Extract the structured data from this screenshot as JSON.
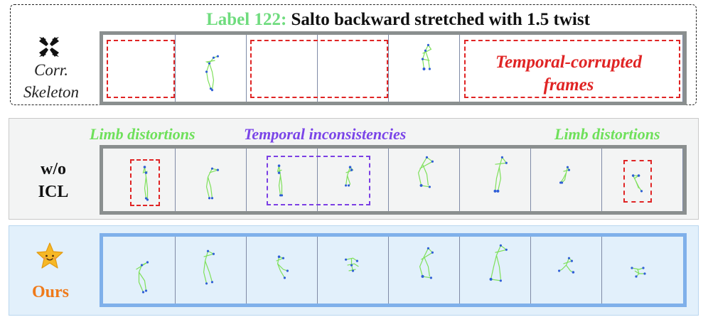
{
  "header": {
    "label_prefix": "Label 122:",
    "label_text": "Salto backward stretched with 1.5 twist"
  },
  "rows": {
    "corr": {
      "icon": "x-corruption-icon",
      "label_line1": "Corr.",
      "label_line2": "Skeleton",
      "annotation_line1": "Temporal-corrupted",
      "annotation_line2": "frames"
    },
    "woicl": {
      "label_line1": "w/o",
      "label_line2": "ICL",
      "annotation_left": "Limb distortions",
      "annotation_middle": "Temporal inconsistencies",
      "annotation_right": "Limb distortions"
    },
    "ours": {
      "icon": "smiling-star-icon",
      "label": "Ours"
    }
  },
  "colors": {
    "label_green": "#6fdc7e",
    "red": "#e02424",
    "purple": "#7a44e8",
    "limb_green": "#6ee05a",
    "ours_orange": "#ef7a1a",
    "ours_bg": "#e2f0fb",
    "ours_border": "#7fb0ea",
    "skeleton_bone": "#7ee05a",
    "skeleton_joint": "#2f5ed6"
  }
}
